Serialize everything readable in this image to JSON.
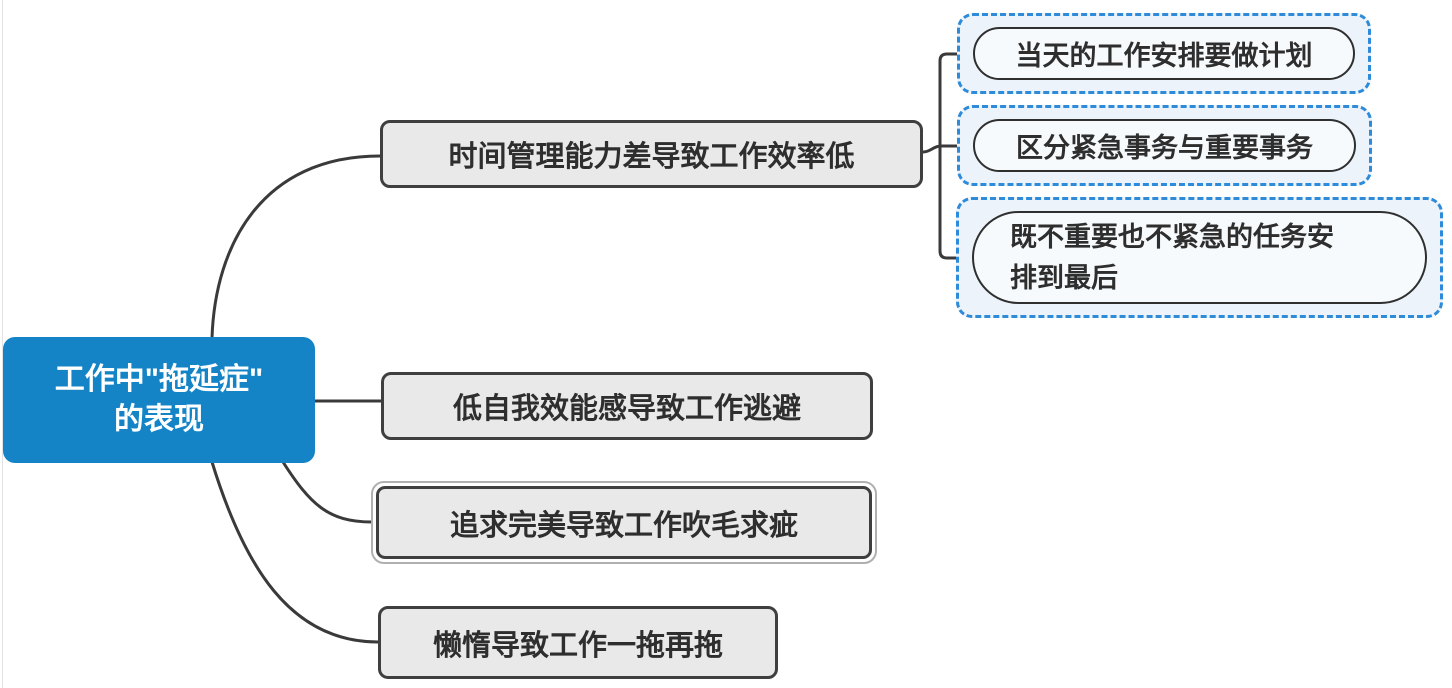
{
  "diagram": {
    "title_hint": "mind map of procrastination at work",
    "colors": {
      "root_fill": "#1584c6",
      "root_text": "#ffffff",
      "branch_fill": "#e9e9e9",
      "branch_border": "#3f3f3f",
      "branch_text": "#2e2e2e",
      "child_fill": "#f7fafc",
      "child_border": "#2f2f2f",
      "dashed_frame_border": "#2e8bd9",
      "dashed_frame_fill": "#edf3fb",
      "connector": "#3a3a3a",
      "selection_ring": "#b0b0b0"
    },
    "root": {
      "text": "工作中\"拖延症\"\n的表现"
    },
    "branches": [
      {
        "text": "时间管理能力差导致工作效率低",
        "children": [
          {
            "text": "当天的工作安排要做计划"
          },
          {
            "text": "区分紧急事务与重要事务"
          },
          {
            "text": "既不重要也不紧急的任务安\n排到最后"
          }
        ]
      },
      {
        "text": "低自我效能感导致工作逃避"
      },
      {
        "text": "追求完美导致工作吹毛求疵"
      },
      {
        "text": "懒惰导致工作一拖再拖"
      }
    ]
  }
}
